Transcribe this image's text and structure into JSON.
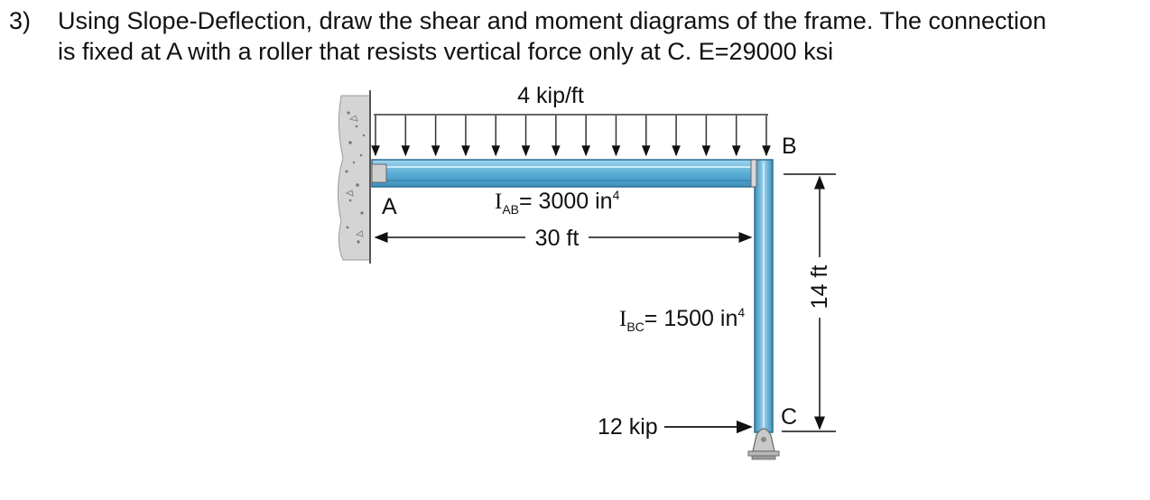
{
  "problem": {
    "number": "3)",
    "line1": "Using Slope-Deflection, draw the shear and moment diagrams of the frame.  The connection",
    "line2": "is fixed at A with a roller that resists vertical force only at C.  E=29000 ksi"
  },
  "diagram": {
    "load_label": "4 kip/ft",
    "node_a": "A",
    "node_b": "B",
    "node_c": "C",
    "i_symbol": "I",
    "iab_sub": "AB",
    "iab_value": "= 3000 in",
    "ibc_sub": "BC",
    "ibc_value": "= 1500 in",
    "exponent": "4",
    "span_label": "30 ft",
    "height_label": "14 ft",
    "point_load_label": "12 kip"
  },
  "colors": {
    "beam_fill": "#5aaed6",
    "beam_light": "#9fd3ec",
    "beam_dark": "#2f7fa8",
    "wall": "#c8c8c8",
    "support": "#b8b8b8"
  }
}
